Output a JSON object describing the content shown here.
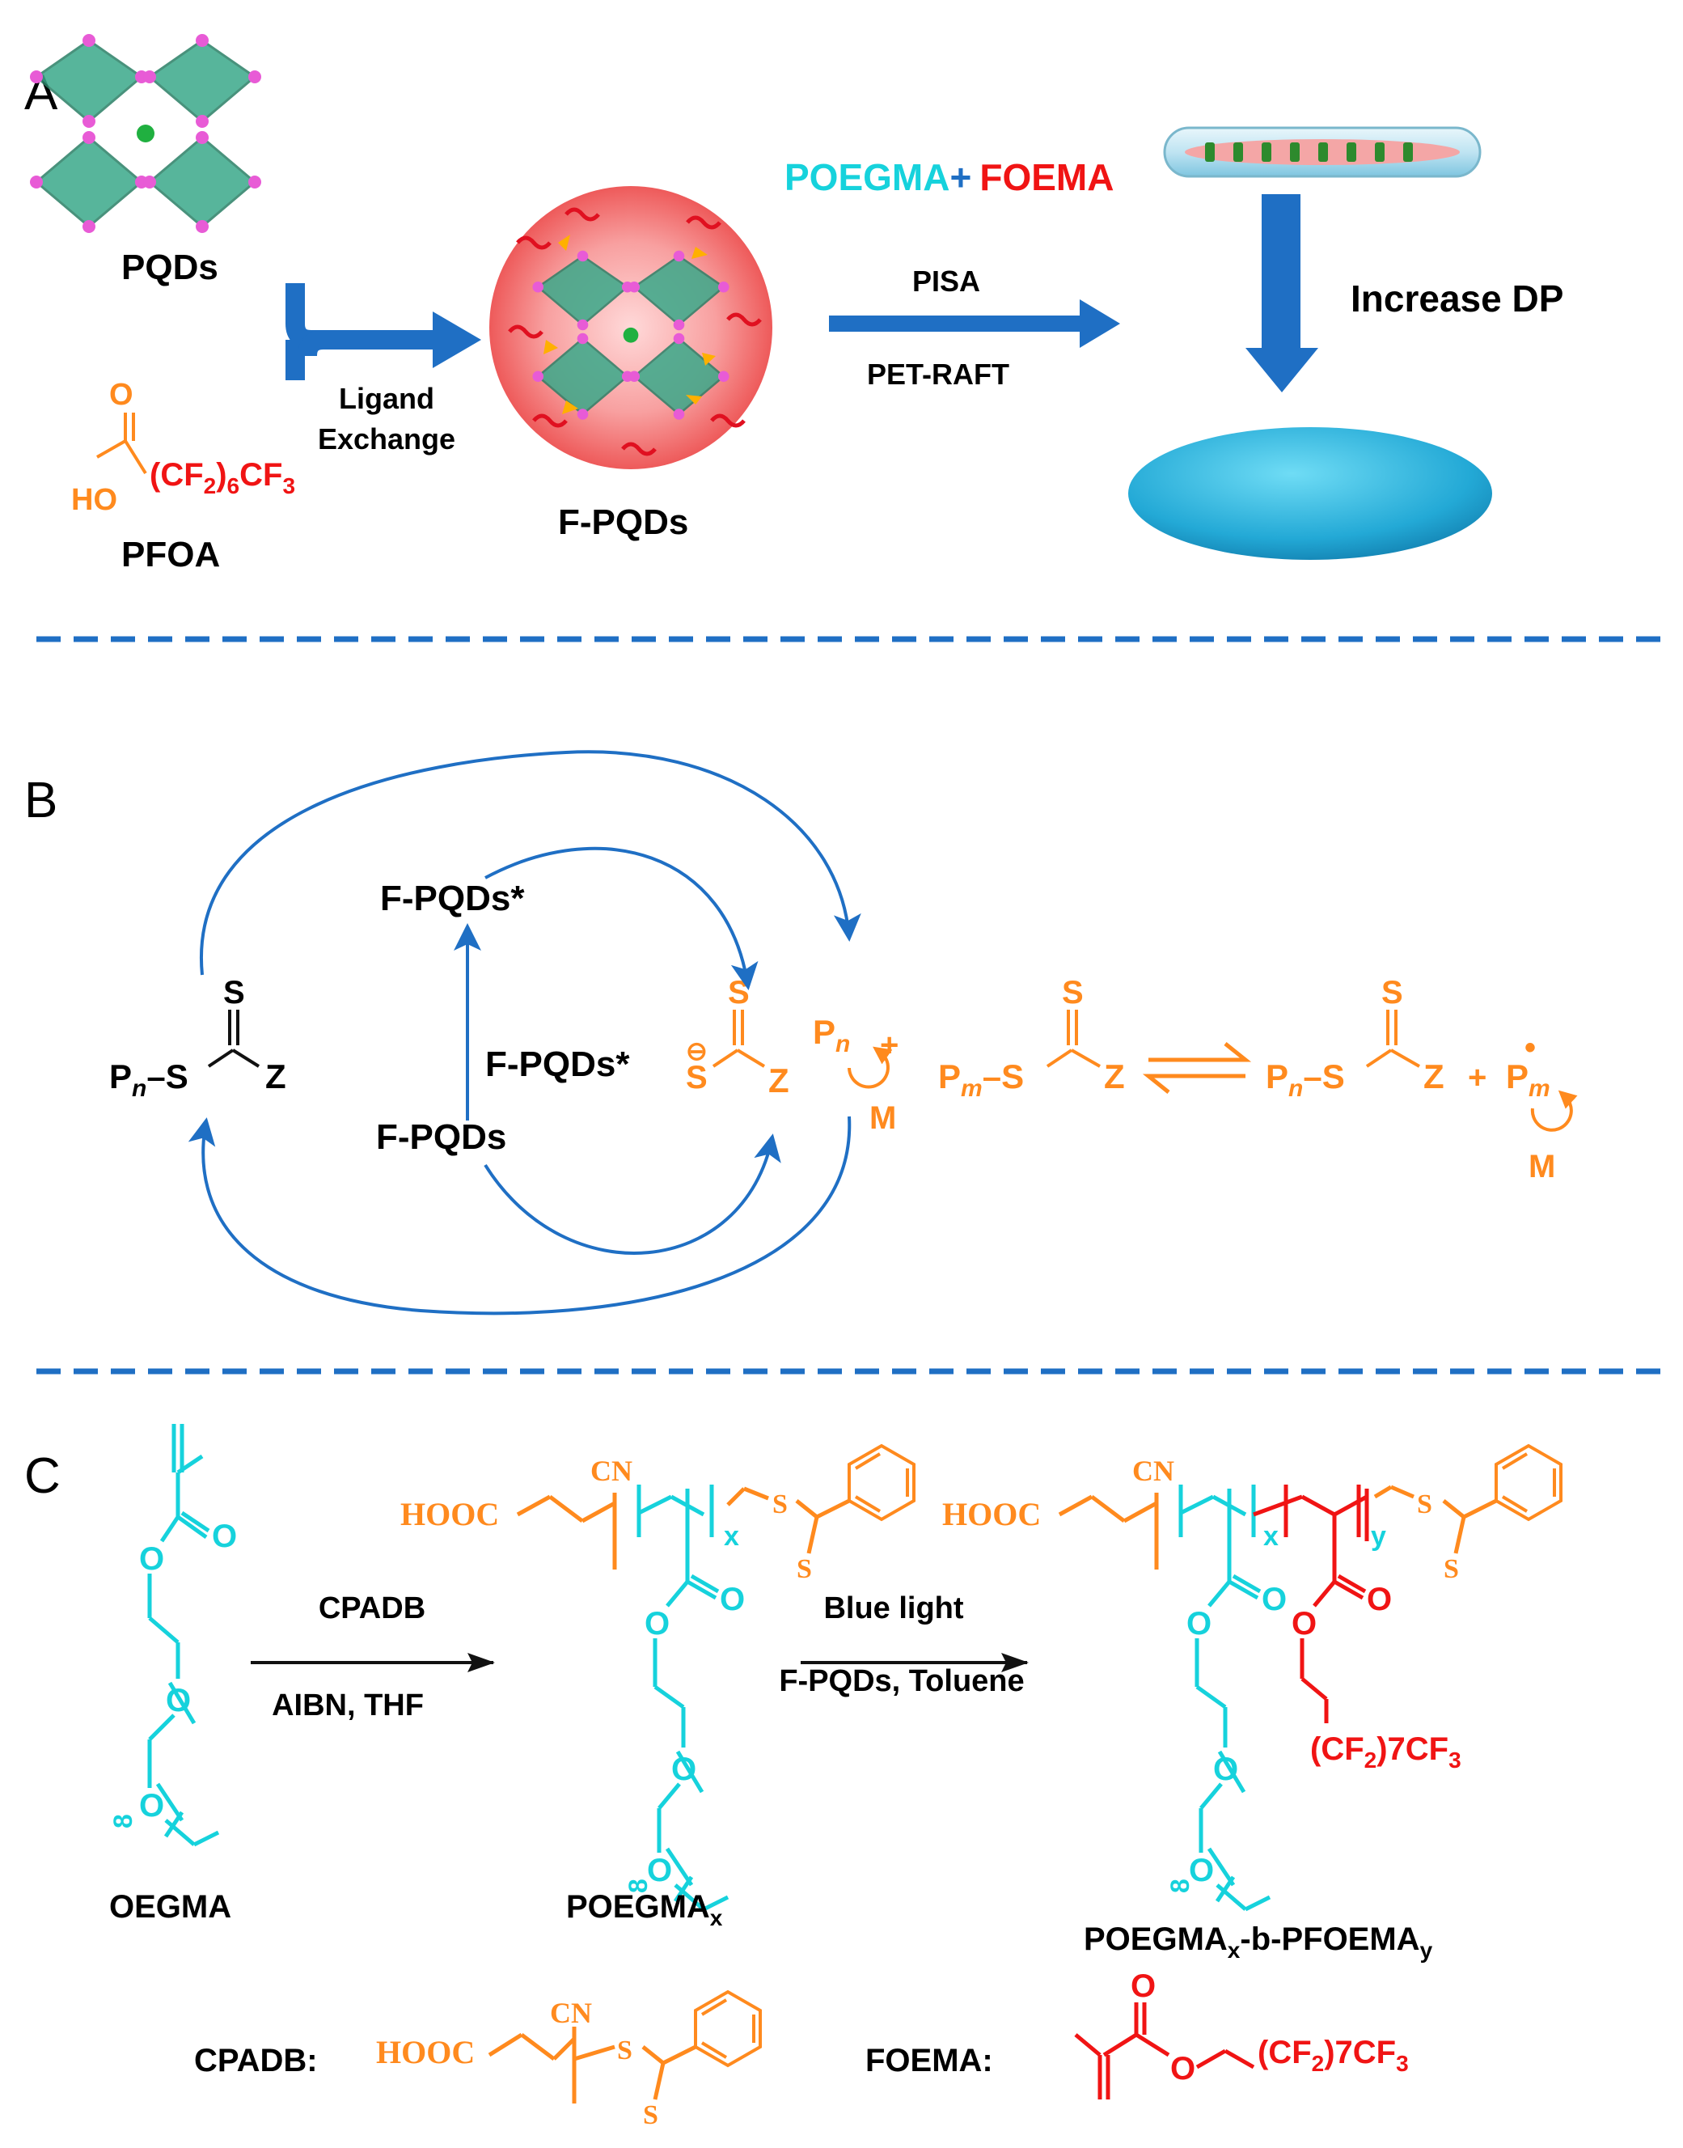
{
  "colors": {
    "blue": "#1f6fc4",
    "orange": "#ff8a1e",
    "red": "#f01414",
    "cyan": "#16d2dc",
    "black": "#111111",
    "crystal": "#3aa98a",
    "atom": "#e85bd6",
    "ellipse": "#2bb3db"
  },
  "panel_a": {
    "letter": "A",
    "pqds": "PQDs",
    "pfoa": "PFOA",
    "pfoa_chain": "(CF",
    "pfoa_sub1": "2",
    "pfoa_paren": ")",
    "pfoa_sub2": "6",
    "pfoa_end": "CF",
    "pfoa_sub3": "3",
    "pfoa_o": "O",
    "pfoa_ho": "HO",
    "ligand1": "Ligand",
    "ligand2": "Exchange",
    "fpqds": "F-PQDs",
    "pisa": "PISA",
    "petraft": "PET-RAFT",
    "poegma": "POEGMA",
    "plus": "+",
    "foema": "FOEMA",
    "increase": "Increase DP"
  },
  "panel_b": {
    "letter": "B",
    "pn": "P",
    "n": "n",
    "s": "S",
    "z": "Z",
    "fpqds_star_top": "F-PQDs*",
    "fpqds_star_mid": "F-PQDs*",
    "fpqds_bottom": "F-PQDs",
    "minus": "⊖",
    "m_big": "M",
    "pm": "P",
    "m_sub": "m",
    "plus": "+",
    "radical": "•"
  },
  "panel_c": {
    "letter": "C",
    "oegma": "OEGMA",
    "cpadb_arrow": "CPADB",
    "aibn": "AIBN, THF",
    "poegma_x": "POEGMA",
    "x": "x",
    "blue_light": "Blue light",
    "fpqds_toluene": "F-PQDs, Toluene",
    "block": "POEGMA",
    "block_mid": "-b-PFOEMA",
    "y": "y",
    "hooc": "HOOC",
    "cn": "CN",
    "s": "S",
    "o": "O",
    "eight": "8",
    "cf_chain": "(CF",
    "cf_sub": "2",
    "cf_paren": ")",
    "cf_seven": "7",
    "cf_end": "CF",
    "cf_three": "3",
    "cpadb_label": "CPADB:",
    "foema_label": "FOEMA:"
  }
}
